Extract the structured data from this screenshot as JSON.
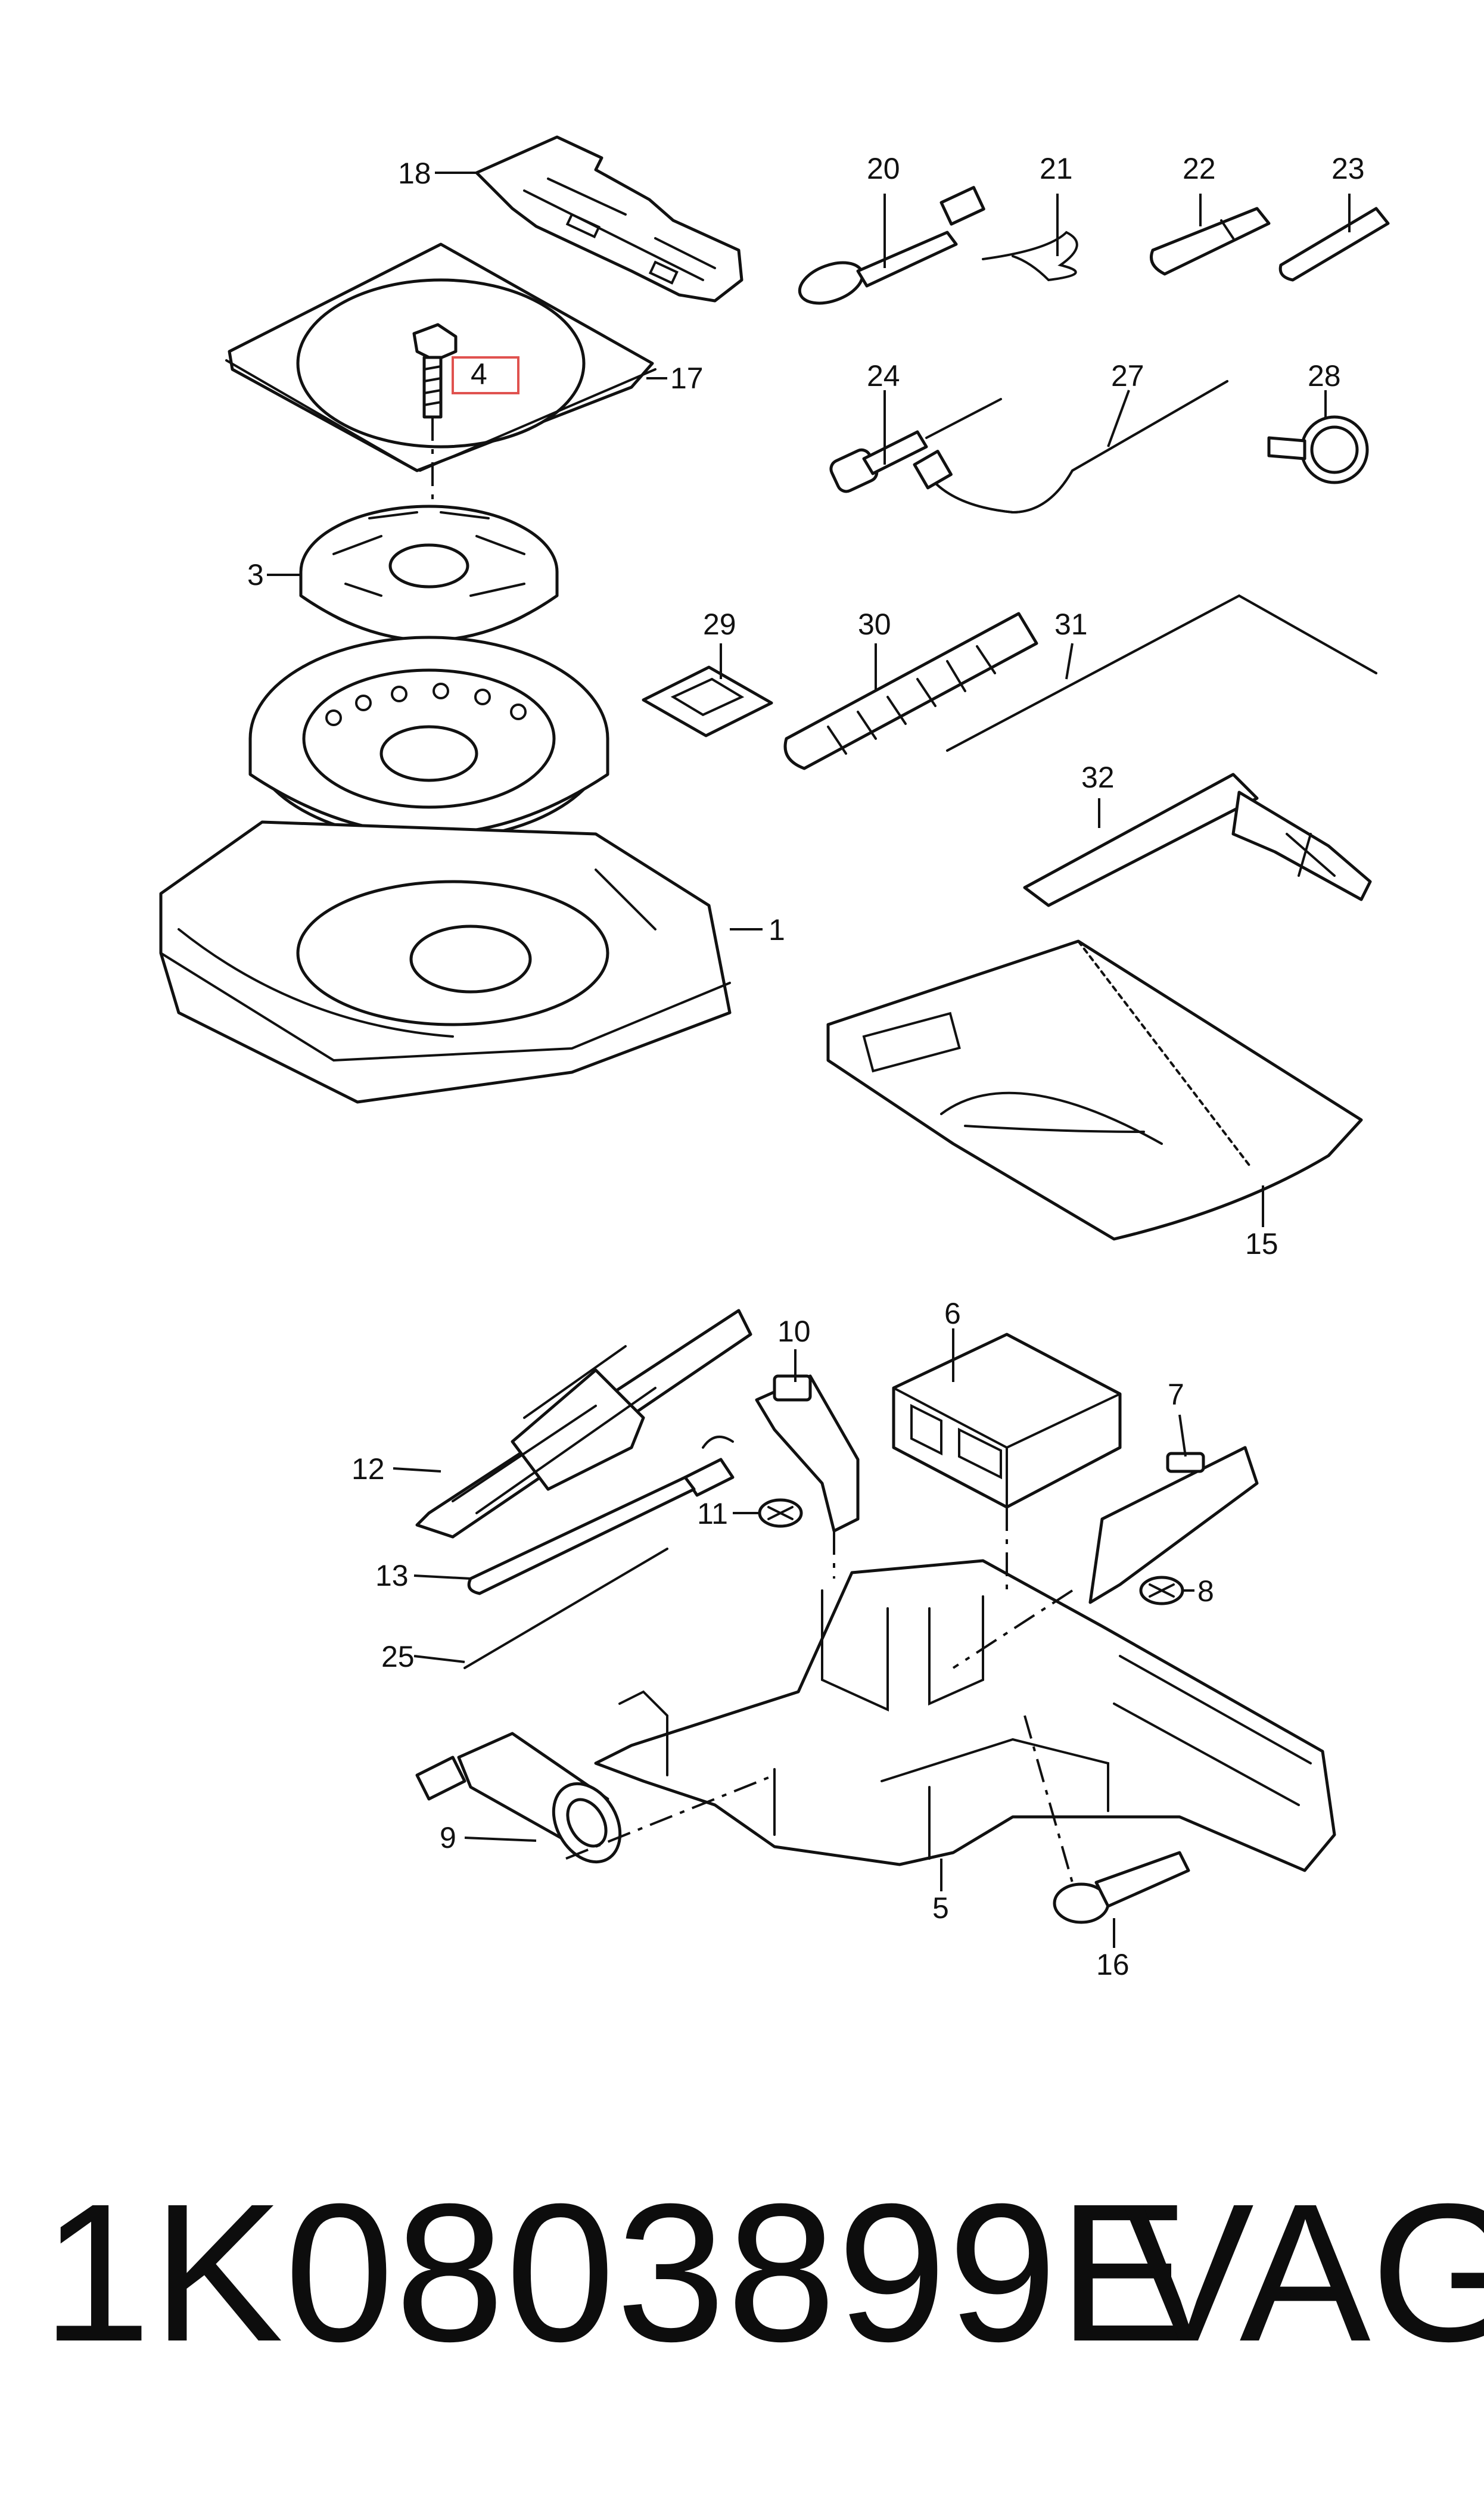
{
  "diagram": {
    "callouts": [
      {
        "id": "18",
        "label": "18"
      },
      {
        "id": "17",
        "label": "17"
      },
      {
        "id": "4",
        "label": "4",
        "highlighted": true
      },
      {
        "id": "3",
        "label": "3"
      },
      {
        "id": "1",
        "label": "1"
      },
      {
        "id": "20",
        "label": "20"
      },
      {
        "id": "21",
        "label": "21"
      },
      {
        "id": "22",
        "label": "22"
      },
      {
        "id": "23",
        "label": "23"
      },
      {
        "id": "24",
        "label": "24"
      },
      {
        "id": "27",
        "label": "27"
      },
      {
        "id": "28",
        "label": "28"
      },
      {
        "id": "29",
        "label": "29"
      },
      {
        "id": "30",
        "label": "30"
      },
      {
        "id": "31",
        "label": "31"
      },
      {
        "id": "32",
        "label": "32"
      },
      {
        "id": "15",
        "label": "15"
      },
      {
        "id": "6",
        "label": "6"
      },
      {
        "id": "10",
        "label": "10"
      },
      {
        "id": "7",
        "label": "7"
      },
      {
        "id": "12",
        "label": "12"
      },
      {
        "id": "11",
        "label": "11"
      },
      {
        "id": "8",
        "label": "8"
      },
      {
        "id": "13",
        "label": "13"
      },
      {
        "id": "25",
        "label": "25"
      },
      {
        "id": "9",
        "label": "9"
      },
      {
        "id": "5",
        "label": "5"
      },
      {
        "id": "16",
        "label": "16"
      }
    ],
    "highlight_color": "#e0524f"
  },
  "footer": {
    "part_number": "1K0803899E",
    "brand": "VAG"
  }
}
